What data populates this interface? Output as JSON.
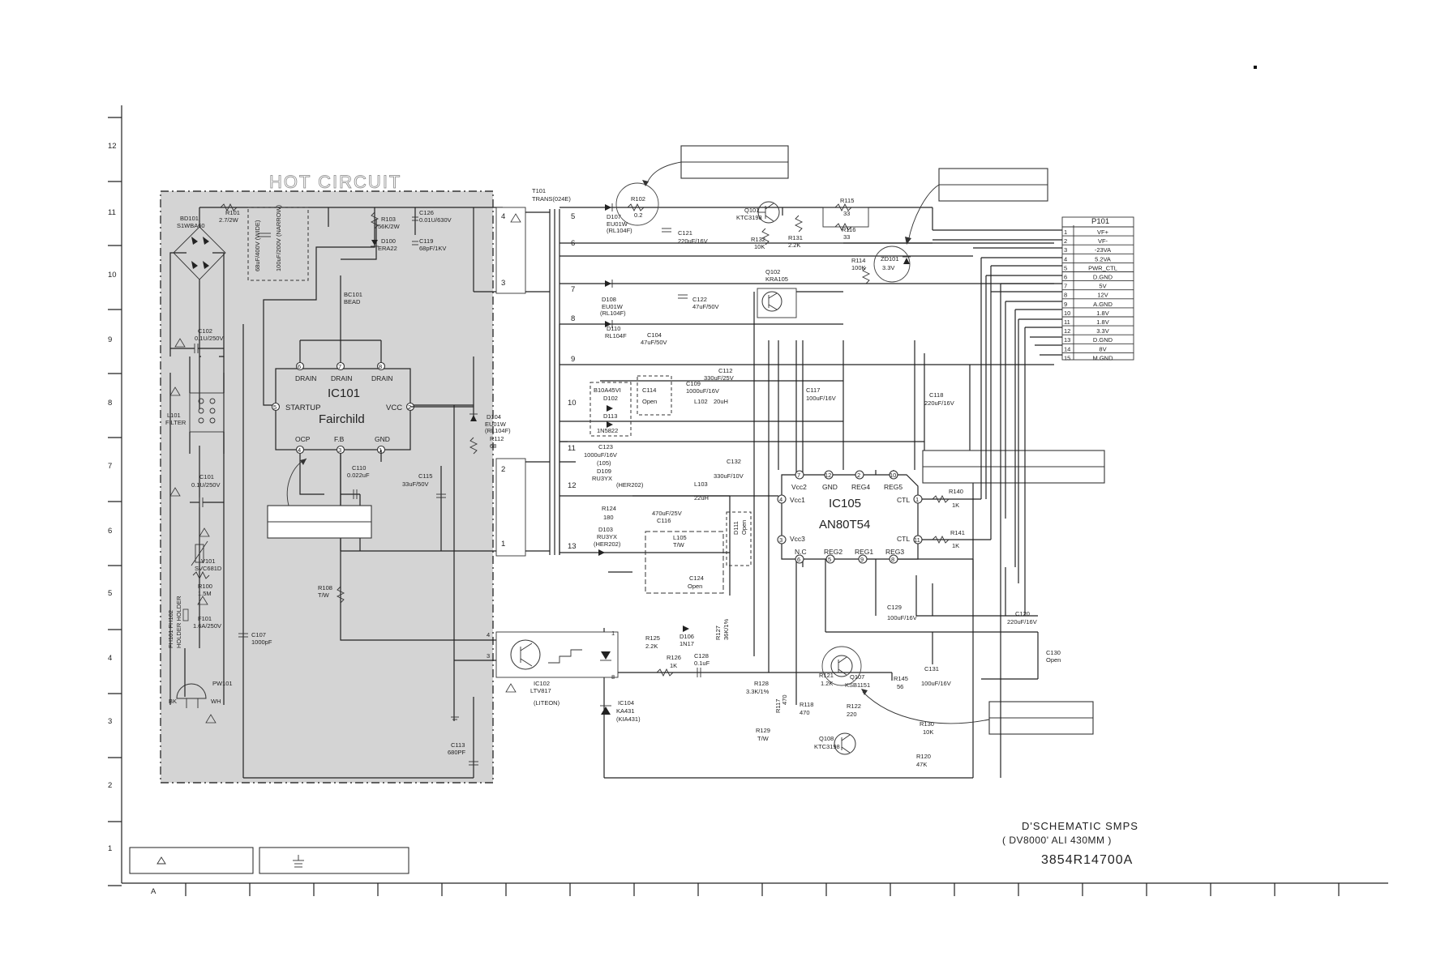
{
  "rows": [
    "12",
    "11",
    "10",
    "9",
    "8",
    "7",
    "6",
    "5",
    "4",
    "3",
    "2",
    "1"
  ],
  "col_first": "A",
  "hot_circuit": "HOT CIRCUIT",
  "transformer": {
    "ref": "T101",
    "part": "TRANS(024E)",
    "pins_right": [
      "5",
      "6",
      "7",
      "8",
      "9",
      "10",
      "11",
      "12",
      "13"
    ],
    "pins_left": [
      "4",
      "3",
      "2",
      "1"
    ]
  },
  "ic101": {
    "ref": "IC101",
    "brand": "Fairchild",
    "drain": "DRAIN",
    "startup": "STARTUP",
    "vcc": "VCC",
    "ocp": "OCP",
    "fb": "F.B",
    "gnd": "GND",
    "pins": [
      "6",
      "7",
      "8",
      "5",
      "2",
      "4",
      "3",
      "1"
    ]
  },
  "ic105": {
    "ref": "IC105",
    "part": "AN80T54",
    "vcc2": "Vcc2",
    "gnd": "GND",
    "reg4": "REG4",
    "reg5": "REG5",
    "vcc1": "Vcc1",
    "ctl": "CTL",
    "vcc3": "Vcc3",
    "nc": "N.C",
    "reg2": "REG2",
    "reg1": "REG1",
    "reg3": "REG3",
    "pins": [
      "7",
      "12",
      "2",
      "10",
      "4",
      "1",
      "3",
      "11",
      "6",
      "5",
      "9",
      "8"
    ]
  },
  "connector": {
    "ref": "P101",
    "pins": [
      "1",
      "2",
      "3",
      "4",
      "5",
      "6",
      "7",
      "8",
      "9",
      "10",
      "11",
      "12",
      "13",
      "14",
      "15"
    ],
    "signals": [
      "VF+",
      "VF-",
      "-23VA",
      "5.2VA",
      "PWR_CTL",
      "D.GND",
      "5V",
      "12V",
      "A.GND",
      "1.8V",
      "1.8V",
      "3.3V",
      "D.GND",
      "8V",
      "M.GND"
    ]
  },
  "comp": {
    "bd101": "BD101",
    "bd101v": "S1WBA60",
    "r101": "R101",
    "r101v": "2.7/2W",
    "c103": "C103",
    "c103v": "68uF/400V (WIDE)",
    "c103v2": "100uF/200V (NARROW)",
    "r103": "R103",
    "r103v": "56K/2W",
    "c126": "C126",
    "c126v": "0.01U/630V",
    "d100": "D100",
    "d100v": "ERA22",
    "c119": "C119",
    "c119v": "68pF/1KV",
    "bc101": "BC101",
    "bc101v": "BEAD",
    "c102": "C102",
    "c102v": "0.1U/250V",
    "l101": "L101",
    "l101v": "FILTER",
    "c101": "C101",
    "c101v": "0.1U/250V",
    "v101": "V101",
    "v101v": "SVC681D",
    "r100": "R100",
    "r100v": "1.5M",
    "f101": "F101",
    "f101v": "1.6A/250V",
    "fh": "FH101 FH102",
    "fhv": "HOLDER HOLDER",
    "c107": "C107",
    "c107v": "1000pF",
    "pw101": "PW101",
    "bk": "BK",
    "wh": "WH",
    "d104": "D104",
    "d104v": "EU01W",
    "d104v2": "(RL104F)",
    "r112": "R112",
    "r112v": "68",
    "c110": "C110",
    "c110v": "0.022uF",
    "c115": "C115",
    "c115v": "33uF/50V",
    "r108": "R108",
    "r108v": "T/W",
    "c113": "C113",
    "c113v": "680PF",
    "ic102": "IC102",
    "ic102v": "LTV817",
    "ic102v2": "(LITEON)",
    "ic104": "IC104",
    "ic104v": "KA431",
    "ic104v2": "(KIA431)",
    "r102": "R102",
    "r102v": "0.2",
    "d107": "D107",
    "d107v": "EU01W",
    "d107v2": "(RL104F)",
    "c121": "C121",
    "c121v": "220uF/16V",
    "q101": "Q101",
    "q101v": "KTC3198",
    "r132": "R132",
    "r132v": "10K",
    "r131": "R131",
    "r131v": "2.2K",
    "r115": "R115",
    "r115v": "33",
    "r116": "R116",
    "r116v": "33",
    "r114": "R114",
    "r114v": "100K",
    "zd101": "ZD101",
    "zd101v": "3.3V",
    "q102": "Q102",
    "q102v": "KRA105",
    "d108": "D108",
    "d108v": "EU01W",
    "d108v2": "(RL104F)",
    "c122": "C122",
    "c122v": "47uF/50V",
    "d110": "D110",
    "d110v": "RL104F",
    "c104": "C104",
    "c104v": "47uF/50V",
    "c112": "C112",
    "c112v": "330uF/25V",
    "c109": "C109",
    "c109v": "1000uF/16V",
    "l102": "L102",
    "l102v": "20uH",
    "b10": "B10A45VI",
    "d102": "D102",
    "d113": "D113",
    "d113v": "1N5822",
    "c114": "C114",
    "c114v": "Open",
    "c117": "C117",
    "c117v": "100uF/16V",
    "c118": "C118",
    "c118v": "220uF/16V",
    "c123": "C123",
    "c123v": "1000uF/16V",
    "c123v2": "(105)",
    "d109": "D109",
    "d109v": "RU3YX",
    "d109v2": "(HER202)",
    "c132": "C132",
    "c132v": "330uF/10V",
    "l103": "L103",
    "l103v": "22uH",
    "r124": "R124",
    "r124v": "180",
    "c116": "C116",
    "c116v": "470uF/25V",
    "d103": "D103",
    "d103v": "RU3YX",
    "d103v2": "(HER202)",
    "l105": "L105",
    "l105v": "T/W",
    "d111": "D111",
    "d111v": "Open",
    "c124": "C124",
    "c124v": "Open",
    "r140": "R140",
    "r140v": "1K",
    "r141": "R141",
    "r141v": "1K",
    "c129": "C129",
    "c129v": "100uF/16V",
    "c120": "C120",
    "c120v": "220uF/16V",
    "c130": "C130",
    "c130v": "Open",
    "r125": "R125",
    "r125v": "2.2K",
    "d106": "D106",
    "d106v": "1N17",
    "r127": "R127",
    "r127v": "36K/1%",
    "r126": "R126",
    "r126v": "1K",
    "c128": "C128",
    "c128v": "0.1uF",
    "r128": "R128",
    "r128v": "3.3K/1%",
    "r117": "R117",
    "r117v": "470",
    "r118": "R118",
    "r118v": "470",
    "r129": "R129",
    "r129v": "T/W",
    "r121": "R121",
    "r121v": "1.2K",
    "q107": "Q107",
    "q107v": "KSB1151",
    "r122": "R122",
    "r122v": "220",
    "r145": "R145",
    "r145v": "56",
    "c131": "C131",
    "c131v": "100uF/16V",
    "q108": "Q108",
    "q108v": "KTC3198",
    "r130": "R130",
    "r130v": "10K",
    "r120": "R120",
    "r120v": "47K"
  },
  "title_block": {
    "line1": "D'SCHEMATIC SMPS",
    "line2": "( DV8000' ALI 430MM )",
    "docnum": "3854R14700A"
  }
}
